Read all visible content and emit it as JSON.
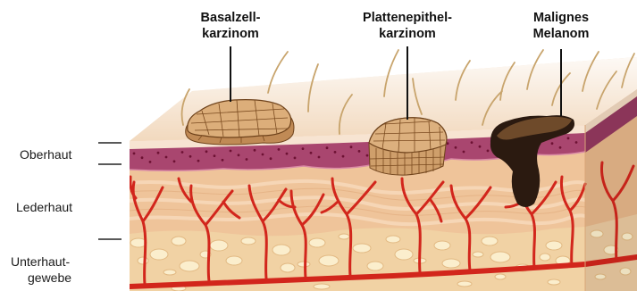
{
  "tumors": {
    "basal_cell": {
      "label_line1": "Basalzell-",
      "label_line2": "karzinom"
    },
    "squamous_cell": {
      "label_line1": "Plattenepithel-",
      "label_line2": "karzinom"
    },
    "melanoma": {
      "label_line1": "Malignes",
      "label_line2": "Melanom"
    }
  },
  "layers": {
    "epidermis": "Oberhaut",
    "dermis": "Lederhaut",
    "subcutis_line1": "Unterhaut-",
    "subcutis_line2": "gewebe"
  },
  "colors": {
    "skin_surface": "#f2d9be",
    "epidermis_band": "#a9466f",
    "dermis": "#efc49a",
    "subcutis": "#f1d2a4",
    "fat_cell": "#fbeecd",
    "blood_vessel": "#d2261c",
    "hair": "#c8a46c",
    "basal_cell_tumor": "#dcae7a",
    "squamous_cell_tumor": "#dcb07e",
    "melanoma": "#2b1a10"
  }
}
